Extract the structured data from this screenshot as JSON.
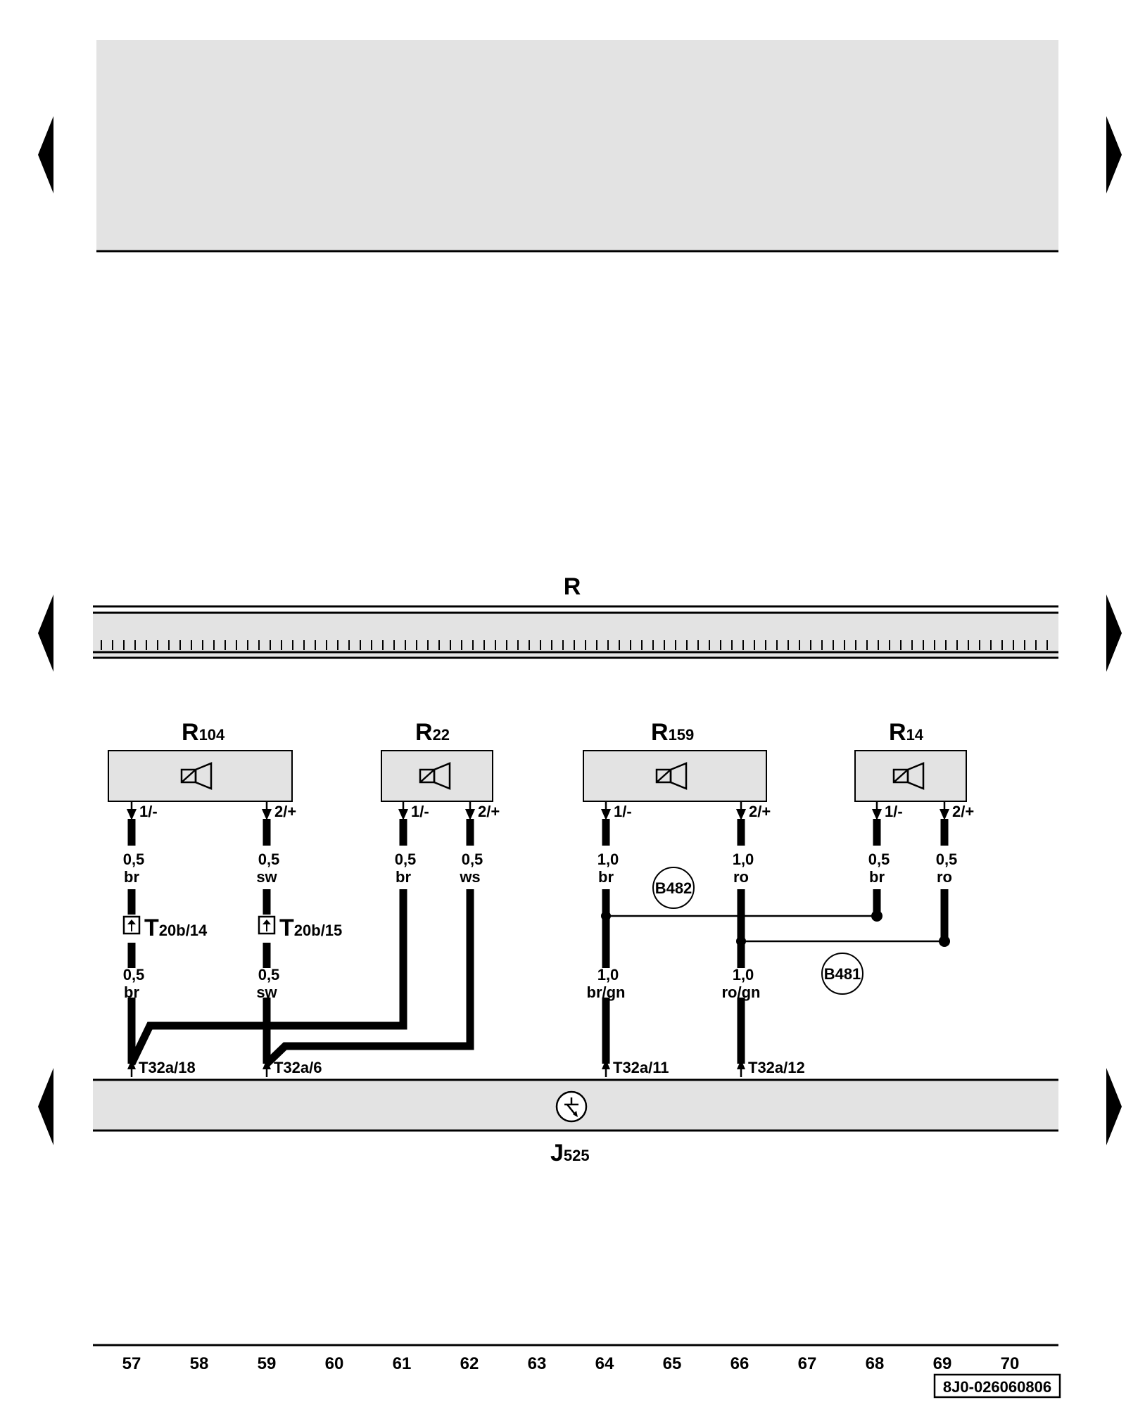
{
  "diagram": {
    "top_bus": {
      "label": "R"
    },
    "bottom_bus": {
      "label_main": "J",
      "label_sub": "525"
    },
    "components": [
      {
        "id": "R104",
        "main": "R",
        "sub": "104",
        "pins": [
          "1/-",
          "2/+"
        ]
      },
      {
        "id": "R22",
        "main": "R",
        "sub": "22",
        "pins": [
          "1/-",
          "2/+"
        ]
      },
      {
        "id": "R159",
        "main": "R",
        "sub": "159",
        "pins": [
          "1/-",
          "2/+"
        ]
      },
      {
        "id": "R14",
        "main": "R",
        "sub": "14",
        "pins": [
          "1/-",
          "2/+"
        ]
      }
    ],
    "wires_upper": [
      {
        "size": "0,5",
        "color": "br"
      },
      {
        "size": "0,5",
        "color": "sw"
      },
      {
        "size": "0,5",
        "color": "br"
      },
      {
        "size": "0,5",
        "color": "ws"
      },
      {
        "size": "1,0",
        "color": "br"
      },
      {
        "size": "1,0",
        "color": "ro"
      },
      {
        "size": "0,5",
        "color": "br"
      },
      {
        "size": "0,5",
        "color": "ro"
      }
    ],
    "wires_lower": [
      {
        "size": "0,5",
        "color": "br"
      },
      {
        "size": "0,5",
        "color": "sw"
      },
      {
        "size": "1,0",
        "color": "br/gn"
      },
      {
        "size": "1,0",
        "color": "ro/gn"
      }
    ],
    "connectors": [
      {
        "main": "T",
        "sub": "20b/14"
      },
      {
        "main": "T",
        "sub": "20b/15"
      }
    ],
    "splices": [
      "B482",
      "B481"
    ],
    "bottom_pins": [
      "T32a/18",
      "T32a/6",
      "T32a/11",
      "T32a/12"
    ],
    "column_numbers": [
      "57",
      "58",
      "59",
      "60",
      "61",
      "62",
      "63",
      "64",
      "65",
      "66",
      "67",
      "68",
      "69",
      "70"
    ],
    "document_code": "8J0-026060806"
  }
}
